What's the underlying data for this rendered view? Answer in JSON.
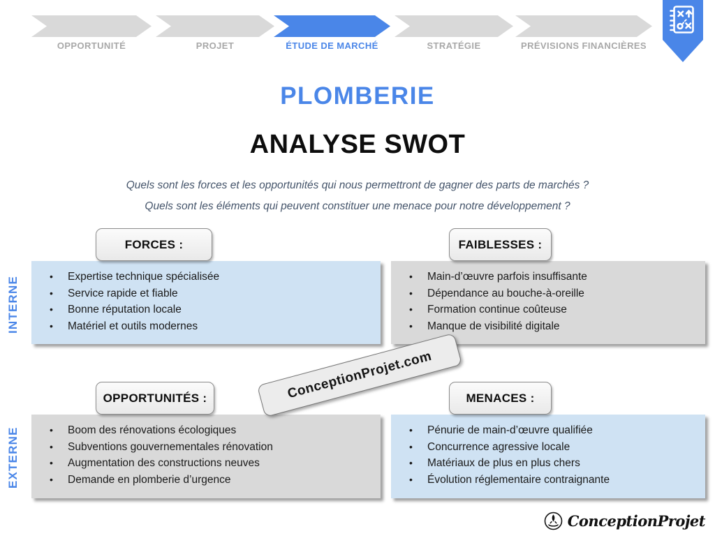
{
  "stepper": {
    "steps": [
      {
        "label": "OPPORTUNITÉ",
        "active": false
      },
      {
        "label": "PROJET",
        "active": false
      },
      {
        "label": "ÉTUDE DE MARCHÉ",
        "active": true
      },
      {
        "label": "STRATÉGIE",
        "active": false
      },
      {
        "label": "PRÉVISIONS FINANCIÈRES",
        "active": false
      }
    ]
  },
  "header": {
    "title": "PLOMBERIE",
    "subtitle": "ANALYSE SWOT"
  },
  "questions": [
    "Quels sont les forces et les opportunités qui nous permettront de gagner des parts de marchés ?",
    "Quels sont les éléments qui peuvent constituer une menace pour notre développement ?"
  ],
  "swot": {
    "internal_label": "INTERNE",
    "external_label": "EXTERNE",
    "quadrants": [
      {
        "id": "forces",
        "title": "FORCES :",
        "items": [
          "Expertise technique spécialisée",
          "Service rapide et fiable",
          "Bonne réputation locale",
          "Matériel et outils modernes"
        ]
      },
      {
        "id": "faiblesses",
        "title": "FAIBLESSES :",
        "items": [
          "Main-d’œuvre parfois insuffisante",
          "Dépendance au bouche-à-oreille",
          "Formation continue coûteuse",
          "Manque de visibilité digitale"
        ]
      },
      {
        "id": "opportunites",
        "title": "OPPORTUNITÉS :",
        "items": [
          "Boom des rénovations écologiques",
          "Subventions gouvernementales rénovation",
          "Augmentation des constructions neuves",
          "Demande en plomberie d’urgence"
        ]
      },
      {
        "id": "menaces",
        "title": "MENACES :",
        "items": [
          "Pénurie de main-d’œuvre qualifiée",
          "Concurrence agressive locale",
          "Matériaux de plus en plus chers",
          "Évolution réglementaire contraignante"
        ]
      }
    ]
  },
  "watermark": "ConceptionProjet.com",
  "footer": {
    "brand": "ConceptionProjet"
  },
  "colors": {
    "accent_blue": "#4a86e8",
    "light_blue_box": "#cfe2f3",
    "gray_box": "#d9d9d9",
    "inactive_step_text": "#a8a8a8",
    "question_text": "#44546a"
  }
}
